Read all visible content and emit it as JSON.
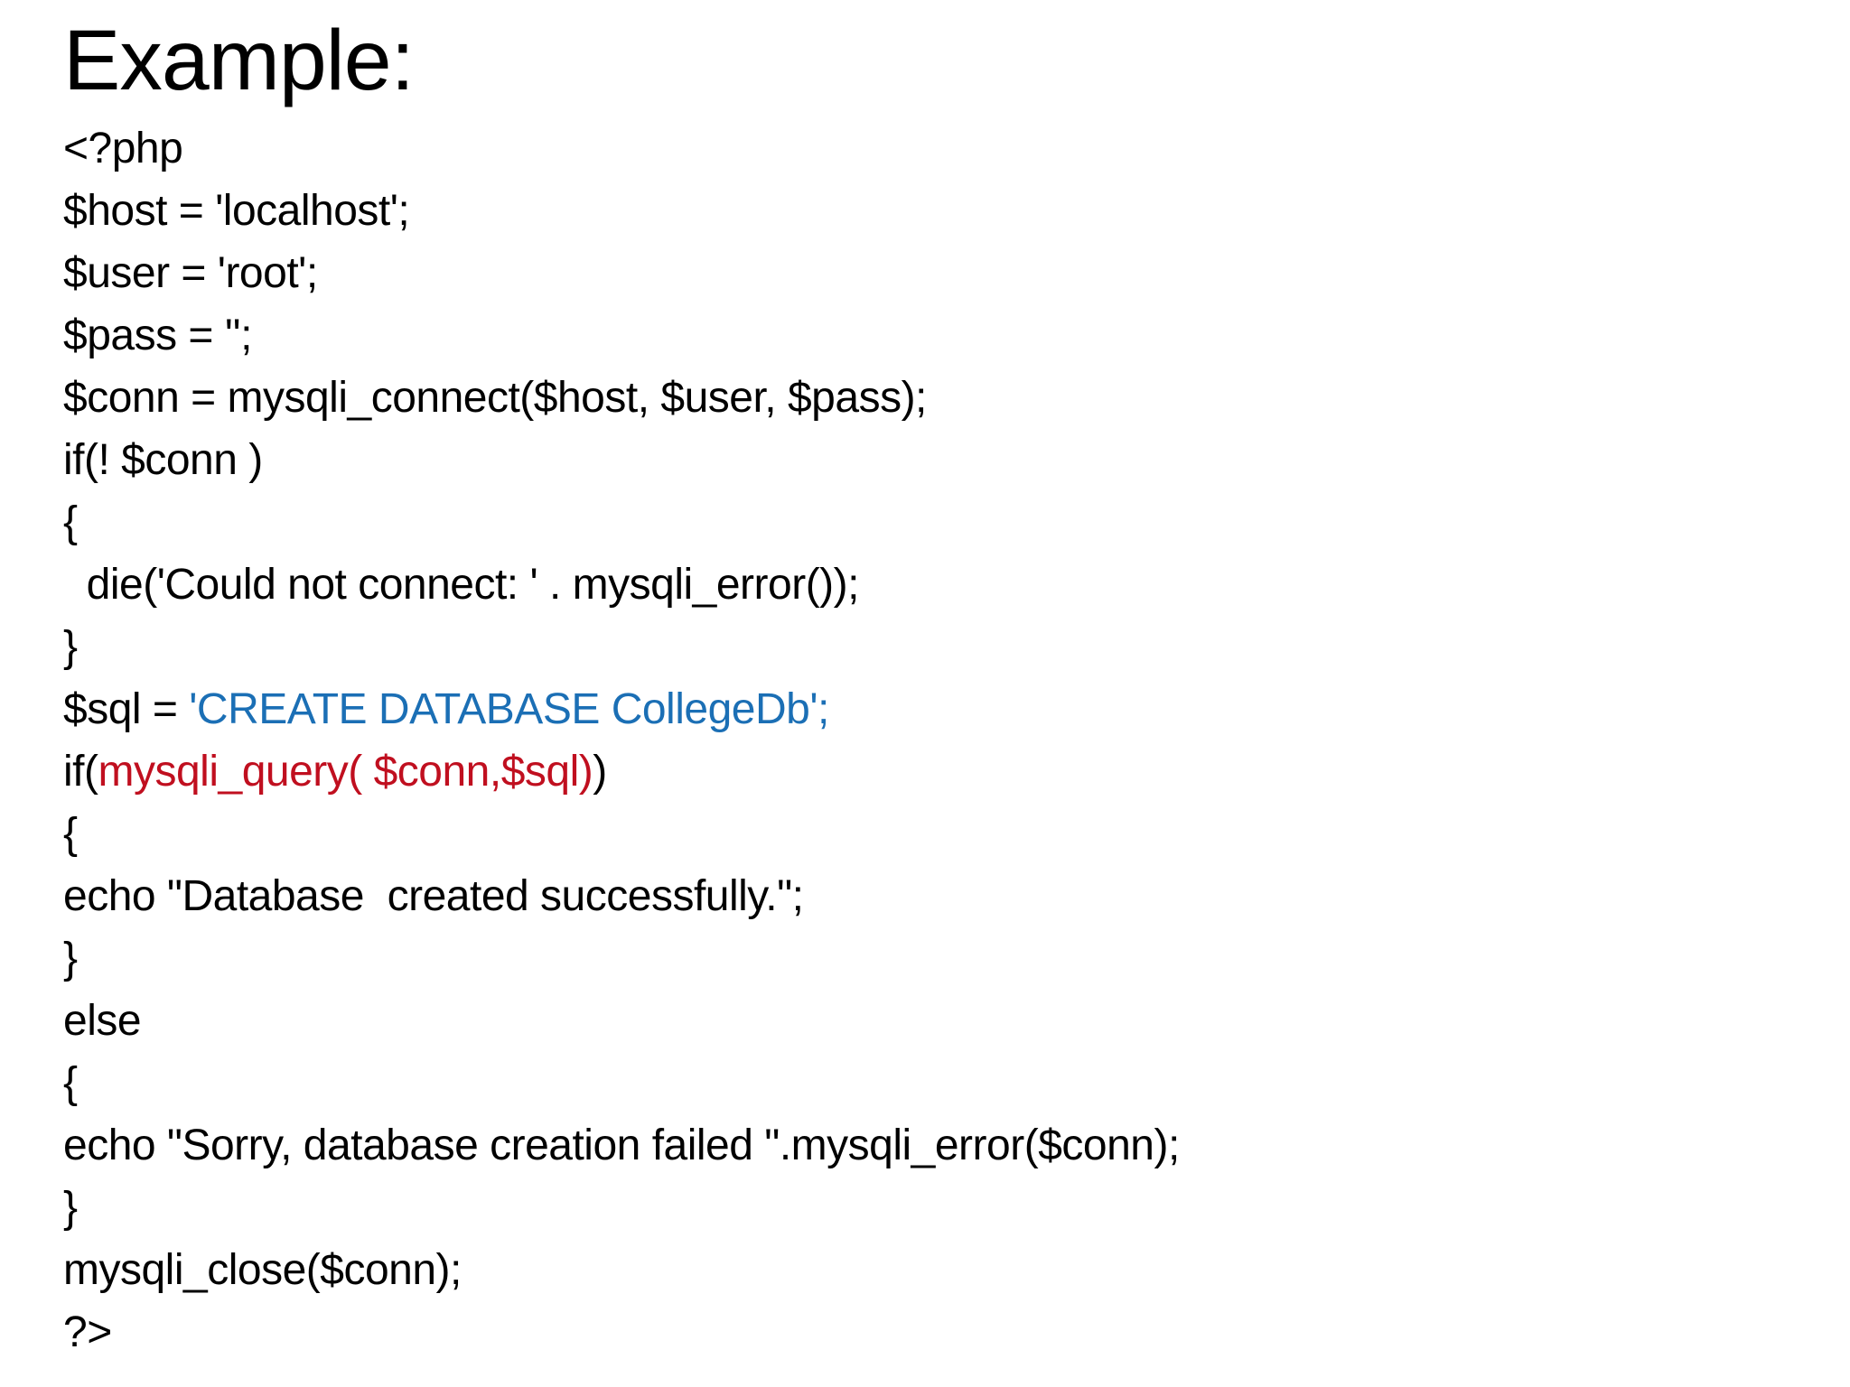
{
  "title": "Example:",
  "colors": {
    "black": "#000000",
    "blue": "#1B6FB5",
    "red": "#C00F1F"
  },
  "code": {
    "language": "php",
    "lines": [
      {
        "segments": [
          {
            "t": "<?php",
            "c": "black"
          }
        ]
      },
      {
        "segments": [
          {
            "t": "$host = 'localhost';",
            "c": "black"
          }
        ]
      },
      {
        "segments": [
          {
            "t": "$user = 'root';",
            "c": "black"
          }
        ]
      },
      {
        "segments": [
          {
            "t": "$pass = '';",
            "c": "black"
          }
        ]
      },
      {
        "segments": [
          {
            "t": "$conn = mysqli_connect($host, $user, $pass);",
            "c": "black"
          }
        ]
      },
      {
        "segments": [
          {
            "t": "if(! $conn )",
            "c": "black"
          }
        ]
      },
      {
        "segments": [
          {
            "t": "{",
            "c": "black"
          }
        ]
      },
      {
        "segments": [
          {
            "t": "  die('Could not connect: ' . mysqli_error());",
            "c": "black"
          }
        ]
      },
      {
        "segments": [
          {
            "t": "}",
            "c": "black"
          }
        ]
      },
      {
        "segments": [
          {
            "t": "$sql = ",
            "c": "black"
          },
          {
            "t": "'CREATE DATABASE CollegeDb';",
            "c": "blue"
          }
        ]
      },
      {
        "segments": [
          {
            "t": "if(",
            "c": "black"
          },
          {
            "t": "mysqli_query( $conn,$sql)",
            "c": "red"
          },
          {
            "t": ")",
            "c": "black"
          }
        ]
      },
      {
        "segments": [
          {
            "t": "{",
            "c": "black"
          }
        ]
      },
      {
        "segments": [
          {
            "t": "echo \"Database  created successfully.\";",
            "c": "black"
          }
        ]
      },
      {
        "segments": [
          {
            "t": "}",
            "c": "black"
          }
        ]
      },
      {
        "segments": [
          {
            "t": "else",
            "c": "black"
          }
        ]
      },
      {
        "segments": [
          {
            "t": "{",
            "c": "black"
          }
        ]
      },
      {
        "segments": [
          {
            "t": "echo \"Sorry, database creation failed \".mysqli_error($conn);",
            "c": "black"
          }
        ]
      },
      {
        "segments": [
          {
            "t": "}",
            "c": "black"
          }
        ]
      },
      {
        "segments": [
          {
            "t": "mysqli_close($conn);",
            "c": "black"
          }
        ]
      },
      {
        "segments": [
          {
            "t": "?>",
            "c": "black"
          }
        ]
      }
    ]
  }
}
